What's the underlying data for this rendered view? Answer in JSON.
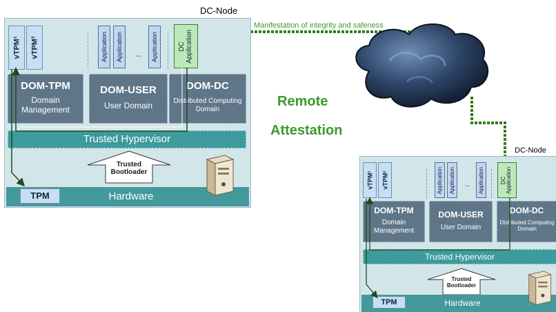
{
  "main_node": {
    "label": "DC-Node",
    "vtpms": [
      "vTPM¹",
      "vTPM²"
    ],
    "applications": [
      "Application",
      "Application",
      "Application"
    ],
    "ellipsis": "..",
    "dc_application": [
      "DC",
      "Application"
    ],
    "domains": [
      {
        "title": "DOM-TPM",
        "subtitle": "Domain Management"
      },
      {
        "title": "DOM-USER",
        "subtitle": "User Domain"
      },
      {
        "title": "DOM-DC",
        "subtitle": "Distributed Computing Domain"
      }
    ],
    "hypervisor": "Trusted Hypervisor",
    "bootloader": [
      "Trusted",
      "Bootloader"
    ],
    "tpm": "TPM",
    "hardware": "Hardware"
  },
  "remote_node": {
    "label": "DC-Node",
    "vtpms": [
      "vTPM¹",
      "vTPM²"
    ],
    "applications": [
      "Application",
      "Application",
      "Application"
    ],
    "ellipsis": "..",
    "dc_application": [
      "DC",
      "Application"
    ],
    "domains": [
      {
        "title": "DOM-TPM",
        "subtitle": "Domain Management"
      },
      {
        "title": "DOM-USER",
        "subtitle": "User Domain"
      },
      {
        "title": "DOM-DC",
        "subtitle": "Distributed Computing Domain"
      }
    ],
    "hypervisor": "Trusted Hypervisor",
    "bootloader": [
      "Trusted",
      "Bootloader"
    ],
    "tpm": "TPM",
    "hardware": "Hardware"
  },
  "center": {
    "remote_attestation": [
      "Remote",
      "Attestation"
    ],
    "manifestation": "Manifestation of integrity and safeness"
  },
  "colors": {
    "node_background": "#d2e6ea",
    "domain": "#5f7689",
    "hypervisor": "#3d9a9d",
    "connection_green": "#2f7d1e",
    "cloud": "#2b3f5e"
  }
}
